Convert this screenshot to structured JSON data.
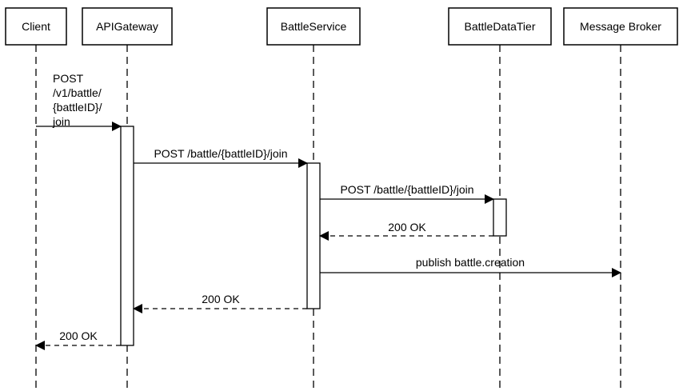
{
  "participants": [
    {
      "id": "client",
      "label": "Client"
    },
    {
      "id": "gateway",
      "label": "APIGateway"
    },
    {
      "id": "service",
      "label": "BattleService"
    },
    {
      "id": "datatier",
      "label": "BattleDataTier"
    },
    {
      "id": "broker",
      "label": "Message Broker"
    }
  ],
  "messages": [
    {
      "from": "client",
      "to": "gateway",
      "kind": "sync",
      "label_lines": [
        "POST",
        "/v1/battle/",
        "{battleID}/",
        "join"
      ]
    },
    {
      "from": "gateway",
      "to": "service",
      "kind": "sync",
      "label_lines": [
        "POST /battle/{battleID}/join"
      ]
    },
    {
      "from": "service",
      "to": "datatier",
      "kind": "sync",
      "label_lines": [
        "POST /battle/{battleID}/join"
      ]
    },
    {
      "from": "datatier",
      "to": "service",
      "kind": "reply",
      "label_lines": [
        "200 OK"
      ]
    },
    {
      "from": "service",
      "to": "broker",
      "kind": "sync",
      "label_lines": [
        "publish battle.creation"
      ]
    },
    {
      "from": "service",
      "to": "gateway",
      "kind": "reply",
      "label_lines": [
        "200 OK"
      ]
    },
    {
      "from": "gateway",
      "to": "client",
      "kind": "reply",
      "label_lines": [
        "200 OK"
      ]
    }
  ],
  "activations": [
    {
      "participant": "gateway"
    },
    {
      "participant": "service"
    },
    {
      "participant": "datatier"
    }
  ],
  "colors": {
    "stroke": "#000000",
    "background": "#ffffff"
  }
}
